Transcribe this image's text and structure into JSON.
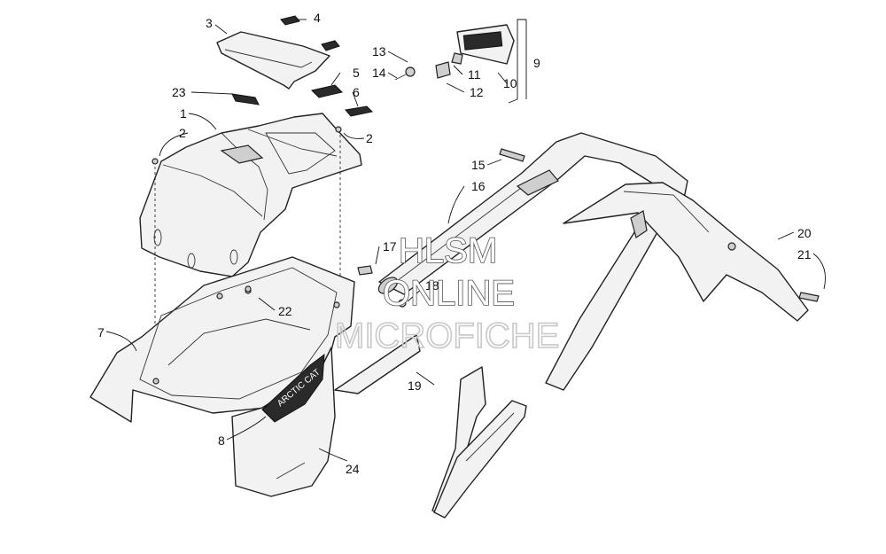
{
  "callouts": {
    "c1": "1",
    "c2a": "2",
    "c2b": "2",
    "c3": "3",
    "c4": "4",
    "c5": "5",
    "c6": "6",
    "c7": "7",
    "c8": "8",
    "c9": "9",
    "c10": "10",
    "c11": "11",
    "c12": "12",
    "c13": "13",
    "c14": "14",
    "c15": "15",
    "c16": "16",
    "c17": "17",
    "c18": "18",
    "c19": "19",
    "c20": "20",
    "c21": "21",
    "c22": "22",
    "c23": "23",
    "c24": "24"
  },
  "watermark": {
    "line1": "HLSM",
    "line2": "ONLINE",
    "line3": "MICROFICHE"
  },
  "decal": {
    "text": "ARCTIC CAT"
  }
}
